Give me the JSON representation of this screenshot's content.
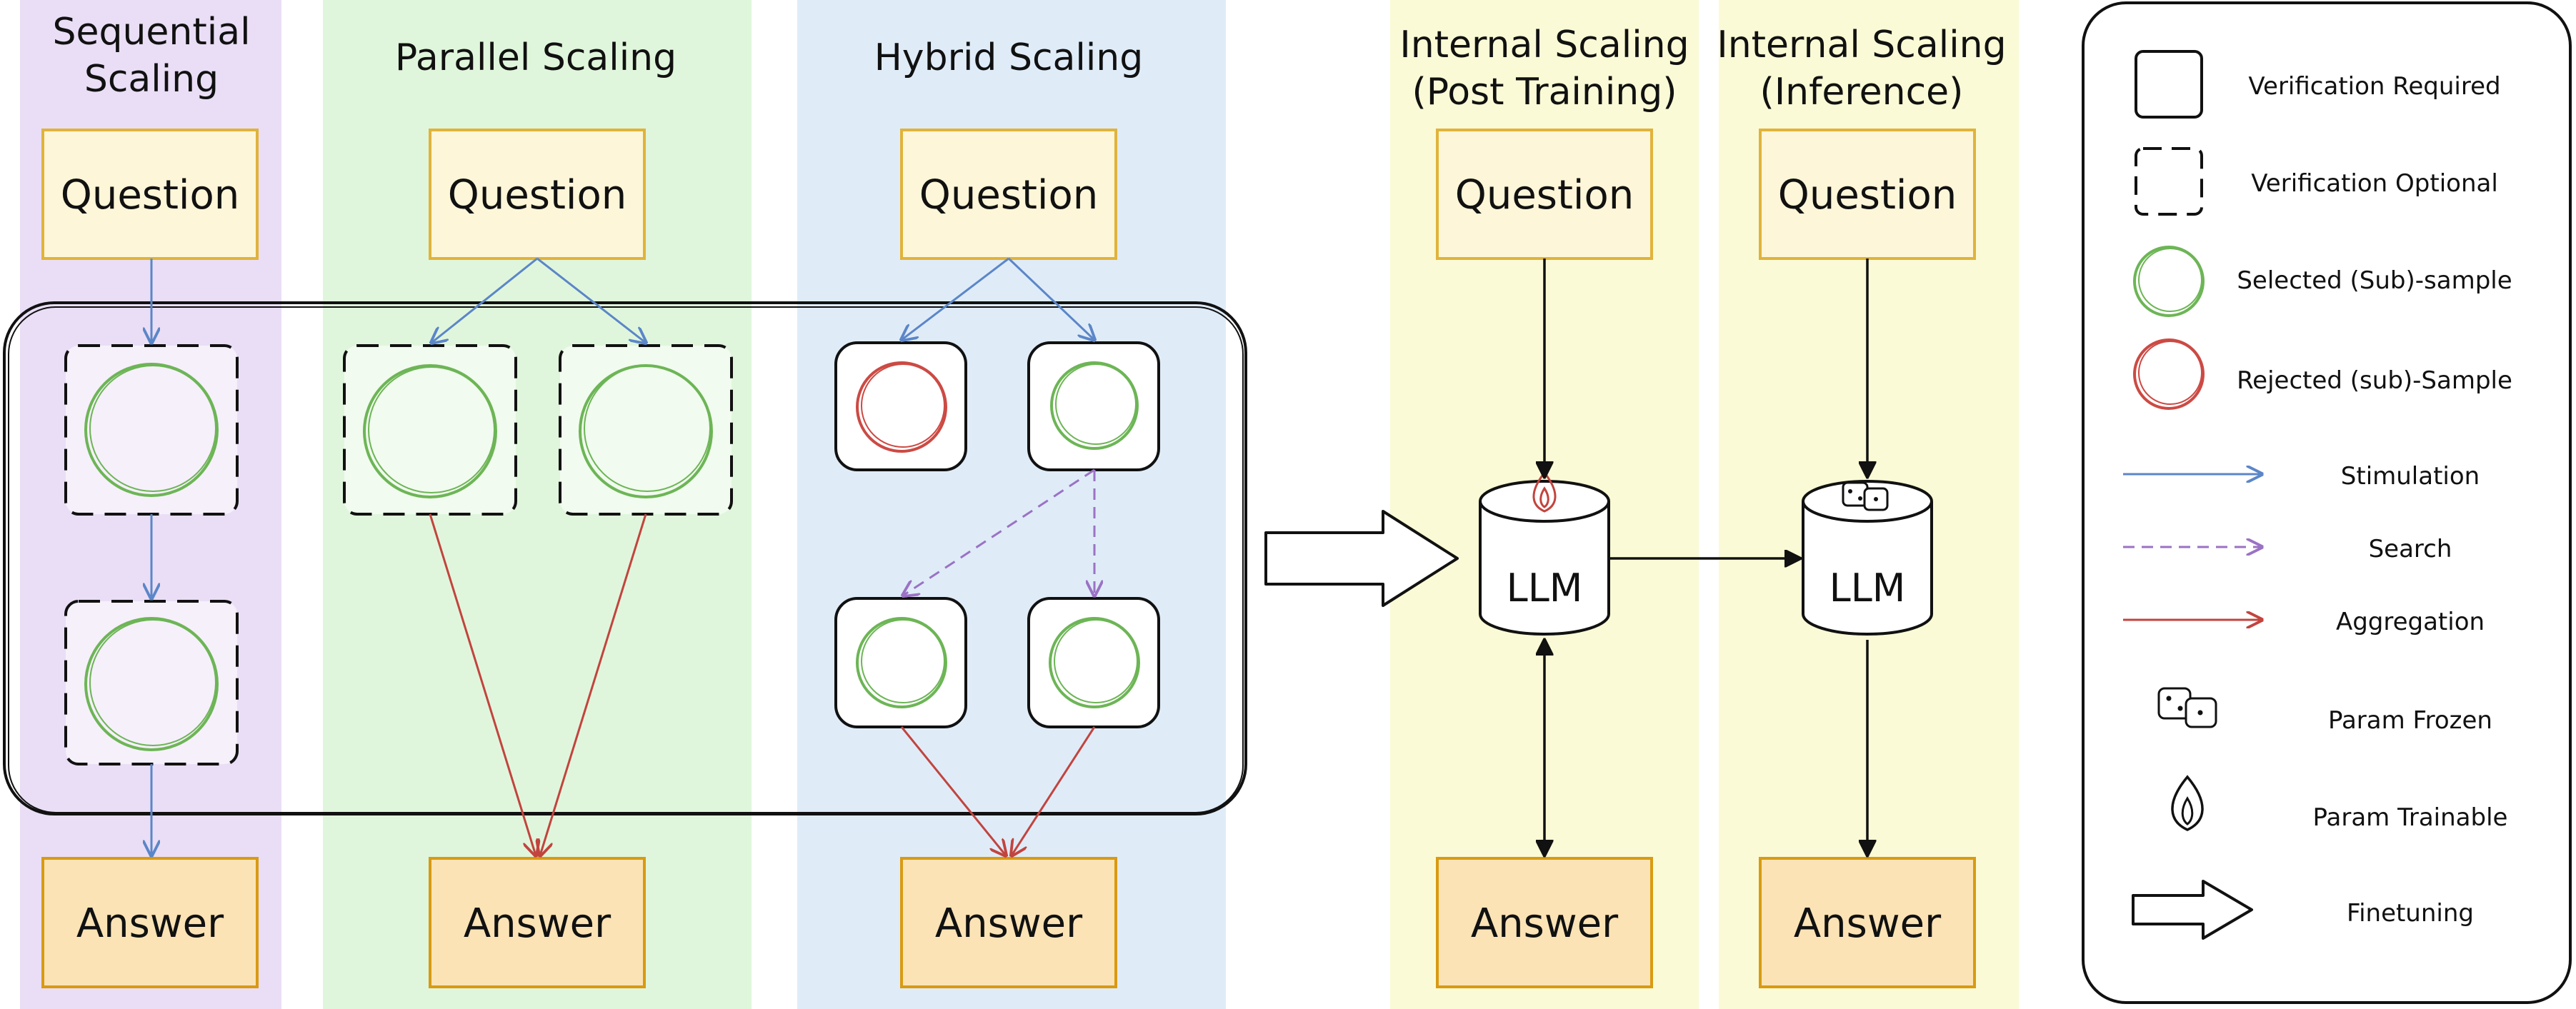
{
  "columns": {
    "sequential": {
      "title_line1": "Sequential",
      "title_line2": "Scaling",
      "bg": "#d9c2ef"
    },
    "parallel": {
      "title": "Parallel Scaling",
      "bg": "#c7efc0"
    },
    "hybrid": {
      "title": "Hybrid Scaling",
      "bg": "#c4dcf3"
    },
    "internal_post": {
      "title_line1": "Internal Scaling",
      "title_line2": "(Post Training)",
      "bg": "#f8f8c8"
    },
    "internal_inf": {
      "title_line1": "Internal Scaling",
      "title_line2": "(Inference)",
      "bg": "#f8f8c8"
    }
  },
  "boxes": {
    "question_label": "Question",
    "answer_label": "Answer",
    "question_fill": "#fdf6d8",
    "question_stroke": "#e0b33a",
    "answer_fill": "#fbe3b5",
    "answer_stroke": "#d99a12"
  },
  "llm": {
    "label": "LLM"
  },
  "legend": {
    "verification_required": "Verification Required",
    "verification_optional": "Verification Optional",
    "selected": "Selected (Sub)-sample",
    "rejected": "Rejected (sub)-Sample",
    "stimulation": "Stimulation",
    "search": "Search",
    "aggregation": "Aggregation",
    "param_frozen": "Param Frozen",
    "param_trainable": "Param Trainable",
    "finetuning": "Finetuning"
  },
  "colors": {
    "stimulation": "#5b86c8",
    "search": "#9b72c4",
    "aggregation": "#c2443e",
    "selected": "#6db556",
    "rejected": "#cc4a44",
    "flame": "#c2443e"
  }
}
